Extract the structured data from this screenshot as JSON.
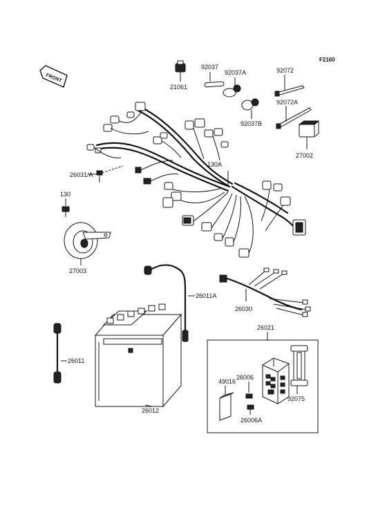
{
  "figure_code": "F2160",
  "front_label": "FRONT",
  "callouts": [
    {
      "id": "21061",
      "text": "21061"
    },
    {
      "id": "92037",
      "text": "92037"
    },
    {
      "id": "92037A",
      "text": "92037A"
    },
    {
      "id": "92037B",
      "text": "92037B"
    },
    {
      "id": "92072",
      "text": "92072"
    },
    {
      "id": "92072A",
      "text": "92072A"
    },
    {
      "id": "27002",
      "text": "27002"
    },
    {
      "id": "130A",
      "text": "130A"
    },
    {
      "id": "26031A",
      "text": "26031/A"
    },
    {
      "id": "130",
      "text": "130"
    },
    {
      "id": "27003",
      "text": "27003"
    },
    {
      "id": "26011A",
      "text": "26011A"
    },
    {
      "id": "26030",
      "text": "26030"
    },
    {
      "id": "26021",
      "text": "26021"
    },
    {
      "id": "26011",
      "text": "26011"
    },
    {
      "id": "49016",
      "text": "49016"
    },
    {
      "id": "26006",
      "text": "26006"
    },
    {
      "id": "92075",
      "text": "92075"
    },
    {
      "id": "26006A",
      "text": "26006A"
    },
    {
      "id": "26012",
      "text": "26012"
    }
  ]
}
